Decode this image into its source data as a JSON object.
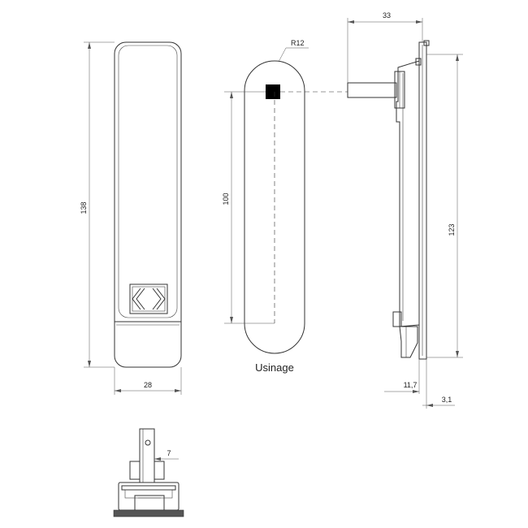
{
  "front_view": {
    "height_label": "138",
    "width_label": "28"
  },
  "cutout_view": {
    "radius_label": "R12",
    "pitch_label": "100",
    "caption": "Usinage"
  },
  "side_view": {
    "depth_label": "33",
    "height_label": "123",
    "offset_label": "11,7",
    "thickness_label": "3,1"
  },
  "bottom_view": {
    "tongue_label": "7"
  },
  "colors": {
    "line": "#333333",
    "fill": "#ffffff",
    "square": "#000000"
  }
}
